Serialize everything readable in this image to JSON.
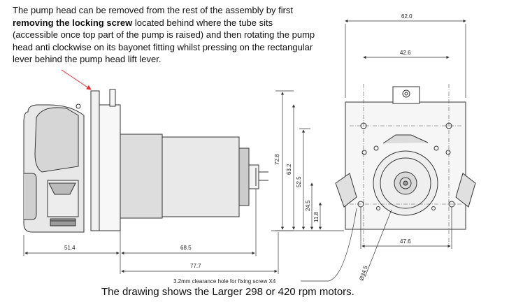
{
  "note": {
    "before_bold": "The pump head can be removed from the rest of the assembly by first",
    "bold": "removing the locking screw",
    "after_bold": " located behind where the tube sits (accessible once top part of the pump is raised) and then rotating  the pump head anti clockwise on its bayonet fitting whilst pressing on the rectangular lever behind the  pump head lift lever."
  },
  "caption": "The drawing shows the Larger 298 or 420 rpm motors.",
  "dimensions": {
    "width_62": "62.0",
    "width_42": "42.6",
    "height_72": "72.8",
    "height_63": "63.2",
    "height_52": "52.5",
    "height_24": "24.5",
    "height_11": "11.8",
    "length_51": "51.4",
    "length_68": "68.5",
    "length_77": "77.7",
    "width_47": "47.6",
    "dia_34": "Ø34.5"
  },
  "screw_note": "3.2mm clearance hole for fixing screw X4",
  "colors": {
    "arrow": "#e03030",
    "line": "#333333",
    "fill_light": "#e6e6e6",
    "fill_mid": "#cfcfcf"
  }
}
